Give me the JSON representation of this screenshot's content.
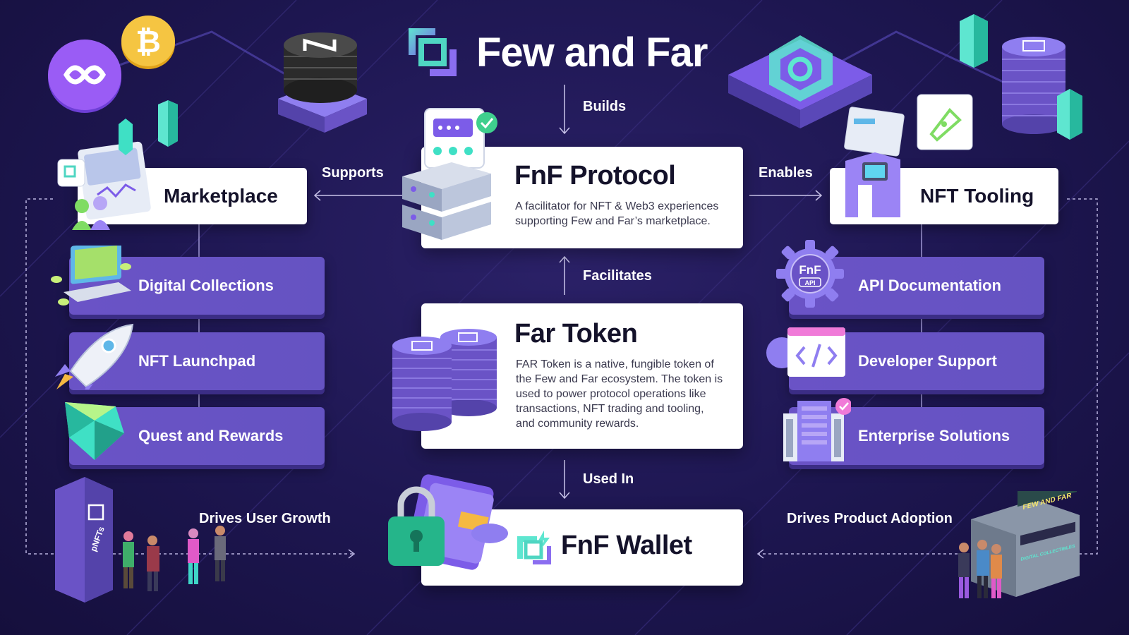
{
  "brand": {
    "name": "Few and Far"
  },
  "flow_labels": {
    "builds": "Builds",
    "supports": "Supports",
    "enables": "Enables",
    "facilitates": "Facilitates",
    "used_in": "Used In",
    "drives_user_growth": "Drives User Growth",
    "drives_product_adoption": "Drives Product Adoption"
  },
  "protocol": {
    "title": "FnF Protocol",
    "description_line1": "A facilitator for NFT & Web3 experiences",
    "description_line2": "supporting Few and Far’s marketplace."
  },
  "token": {
    "title": "Far Token",
    "description_lines": [
      "FAR Token is a native, fungible token of",
      "the Few and Far ecosystem. The token is",
      "used to power protocol operations like",
      "transactions, NFT trading and tooling,",
      "and community rewards."
    ]
  },
  "wallet": {
    "title": "FnF Wallet"
  },
  "left": {
    "title": "Marketplace",
    "items": [
      "Digital Collections",
      "NFT Launchpad",
      "Quest and Rewards"
    ]
  },
  "right": {
    "title": "NFT Tooling",
    "items": [
      "API Documentation",
      "Developer Support",
      "Enterprise Solutions"
    ]
  },
  "illustrations": {
    "gear_badge_top": "FnF",
    "gear_badge_bottom": "API",
    "tower_label": "pNFTs",
    "store_sign": "FEW AND FAR",
    "store_banner": "DIGITAL COLLECTIBLES"
  },
  "colors": {
    "background": "#1d1650",
    "feature_purple": "#6a53c6",
    "accent_teal": "#3fe0c5",
    "card_white": "#ffffff"
  }
}
